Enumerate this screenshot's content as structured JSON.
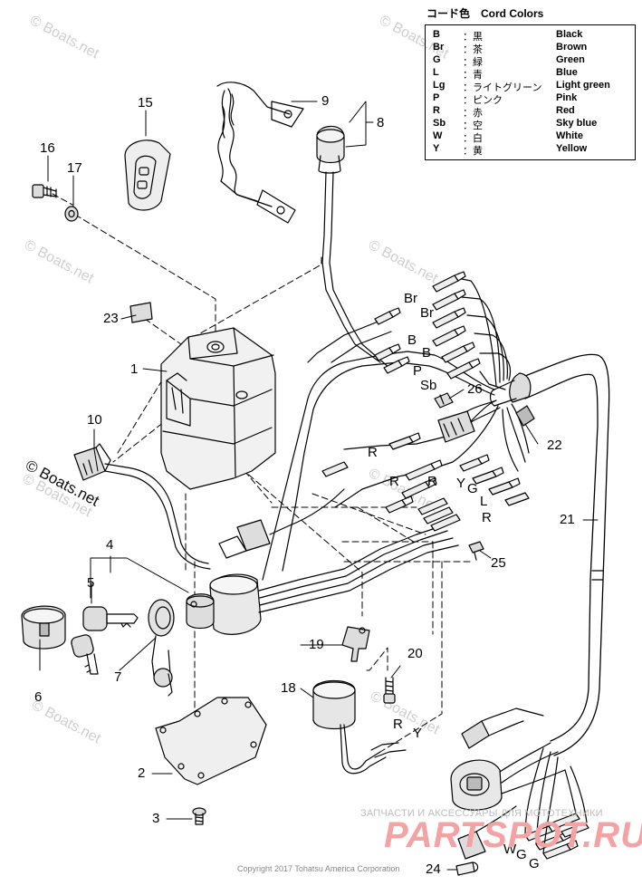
{
  "legend": {
    "title": "コード色　Cord Colors",
    "rows": [
      {
        "code": "B",
        "jp": "：黒",
        "en": "Black"
      },
      {
        "code": "Br",
        "jp": "：茶",
        "en": "Brown"
      },
      {
        "code": "G",
        "jp": "：緑",
        "en": "Green"
      },
      {
        "code": "L",
        "jp": "：青",
        "en": "Blue"
      },
      {
        "code": "Lg",
        "jp": "：ライトグリーン",
        "en": "Light green"
      },
      {
        "code": "P",
        "jp": "：ピンク",
        "en": "Pink"
      },
      {
        "code": "R",
        "jp": "：赤",
        "en": "Red"
      },
      {
        "code": "Sb",
        "jp": "：空",
        "en": "Sky blue"
      },
      {
        "code": "W",
        "jp": "：白",
        "en": "White"
      },
      {
        "code": "Y",
        "jp": "：黄",
        "en": "Yellow"
      }
    ]
  },
  "callouts": {
    "c1": "1",
    "c2": "2",
    "c3": "3",
    "c4": "4",
    "c5": "5",
    "c6": "6",
    "c7": "7",
    "c8": "8",
    "c9": "9",
    "c10": "10",
    "c15": "15",
    "c16": "16",
    "c17": "17",
    "c18": "18",
    "c19": "19",
    "c20": "20",
    "c21": "21",
    "c22": "22",
    "c23": "23",
    "c24": "24",
    "c25": "25",
    "c26": "26"
  },
  "wire_labels": {
    "br1": "Br",
    "br2": "Br",
    "b1": "B",
    "b2": "B",
    "p": "P",
    "sb": "Sb",
    "r1": "R",
    "r2": "R",
    "r3": "R",
    "r4": "R",
    "r5": "R",
    "y1": "Y",
    "y2": "Y",
    "g1": "G",
    "g2": "G",
    "g3": "G",
    "l": "L",
    "w": "W"
  },
  "watermarks": [
    "© Boats.net",
    "© Boats.net",
    "© Boats.net",
    "© Boats.net",
    "© Boats.net",
    "© Boats.net",
    "© Boats.net",
    "© Boats.net"
  ],
  "corner_watermark": "© Boats.net",
  "copyright": "Copyright 2017 Tohatsu America Corporation",
  "shop_text": "ЗАПЧАСТИ И АКСЕССУАРЫ ДЛЯ МОТОТЕХНИКИ",
  "shop_logo": "PARTSPOT.RU"
}
